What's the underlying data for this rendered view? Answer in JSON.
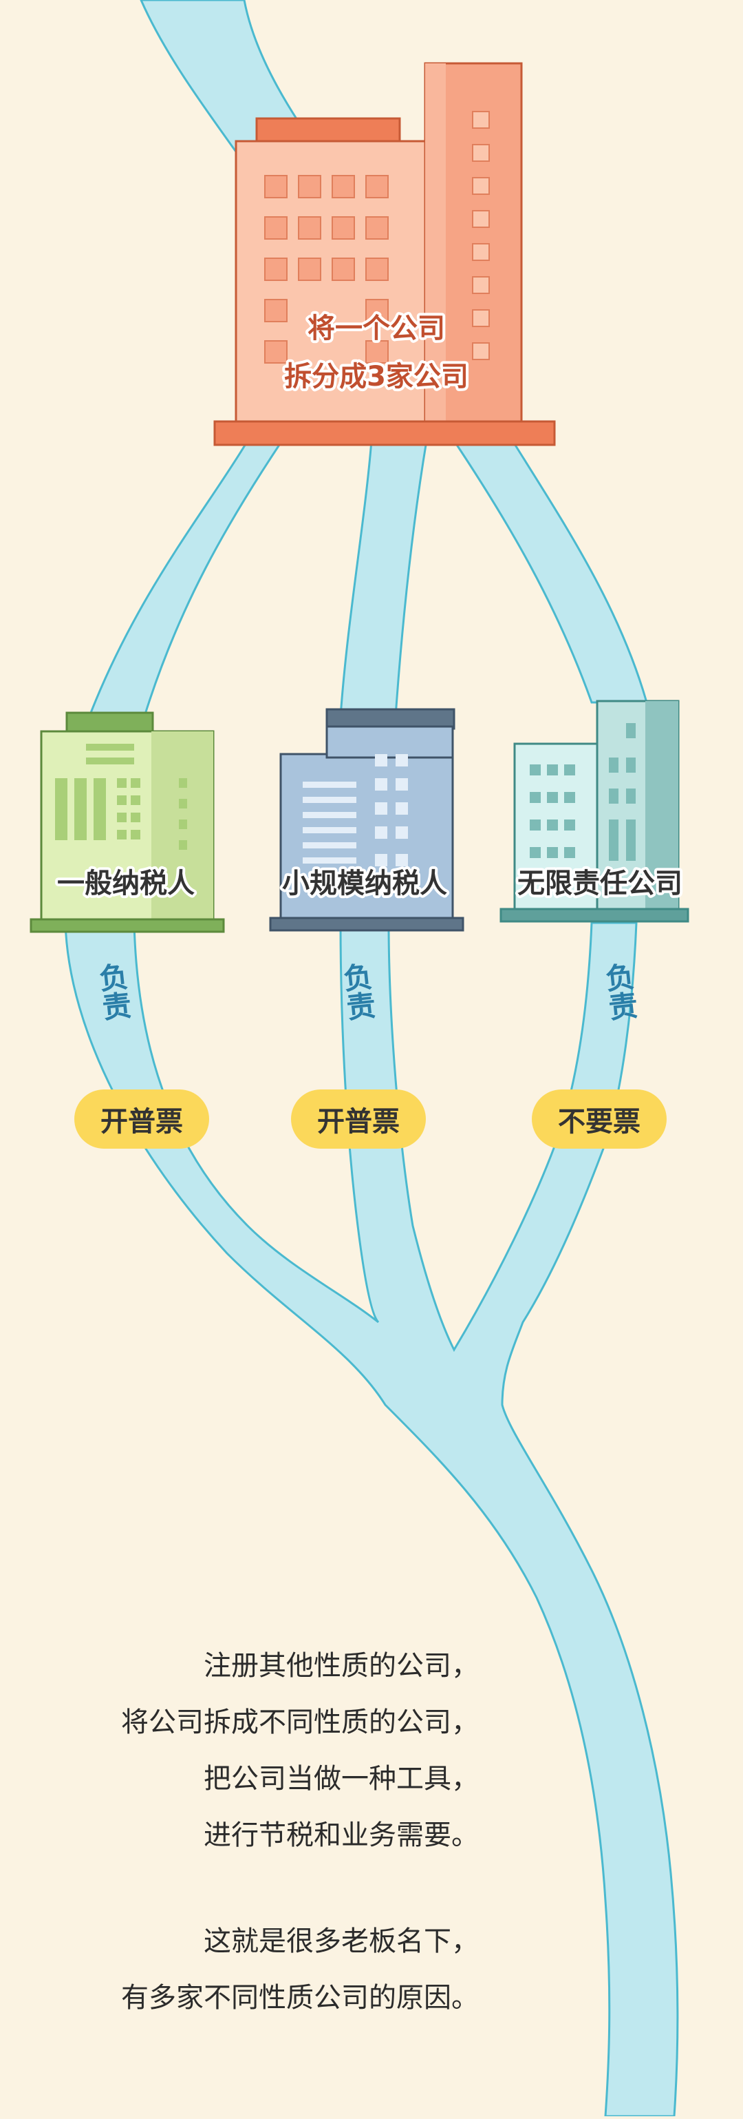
{
  "colors": {
    "background": "#fbf3e2",
    "river": "#bfe8ef",
    "river_edge": "#4ab9cf",
    "main_building": "#f6a485",
    "general_building": "#cfe6a3",
    "small_building": "#a9c3dc",
    "unlimited_building": "#bfe3e0",
    "pill": "#fbd85a",
    "responsible_text": "#2a7ea8"
  },
  "main_building": {
    "line1": "将一个公司",
    "line2": "拆分成3家公司"
  },
  "branches": [
    {
      "name": "一般纳税人",
      "responsible": "负责",
      "duty": "开普票"
    },
    {
      "name": "小规模纳税人",
      "responsible": "负责",
      "duty": "开普票"
    },
    {
      "name": "无限责任公司",
      "responsible": "负责",
      "duty": "不要票"
    }
  ],
  "paragraph1": [
    "注册其他性质的公司，",
    "将公司拆成不同性质的公司，",
    "把公司当做一种工具，",
    "进行节税和业务需要。"
  ],
  "paragraph2": [
    "这就是很多老板名下，",
    "有多家不同性质公司的原因。"
  ]
}
